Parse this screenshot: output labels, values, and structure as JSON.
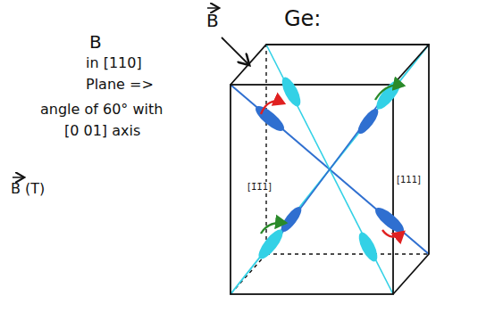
{
  "diagram": {
    "labels": [
      "Ge:",
      "B",
      "in [110]",
      "Plane =>",
      "angle of 60° with",
      "[0 01] axis",
      "B",
      "B (T)",
      "[1̄1̄1]",
      "[111]"
    ]
  }
}
